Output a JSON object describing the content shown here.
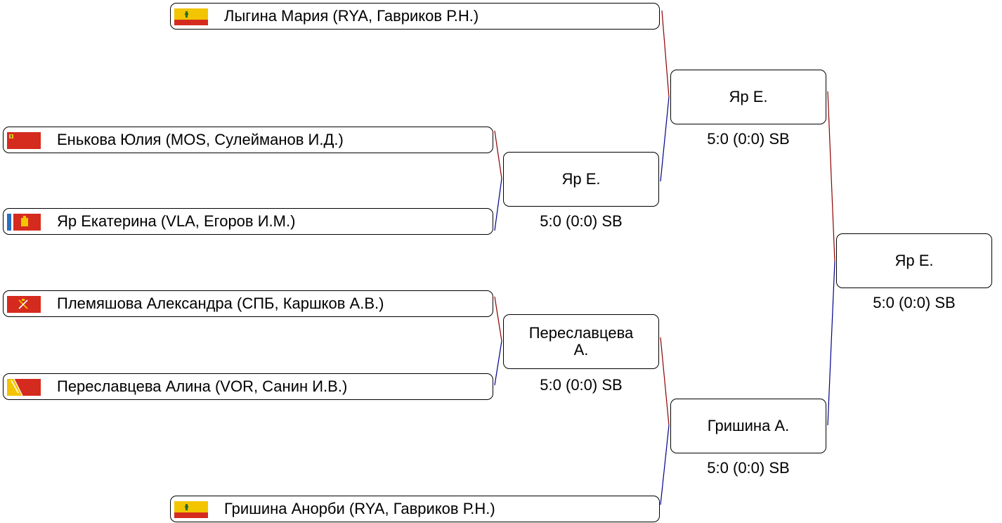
{
  "entries": [
    {
      "name": "Лыгина Мария (RYA, Гавриков Р.Н.)",
      "flag": "ryazan-flag"
    },
    {
      "name": "Енькова Юлия (MOS, Сулейманов И.Д.)",
      "flag": "moscow-oblast-flag"
    },
    {
      "name": "Яр Екатерина (VLA, Егоров И.М.)",
      "flag": "vladimir-flag"
    },
    {
      "name": "Племяшова Александра (СПБ, Каршков А.В.)",
      "flag": "spb-flag"
    },
    {
      "name": "Переславцева Алина (VOR, Санин И.В.)",
      "flag": "voronezh-flag"
    },
    {
      "name": "Гришина Анорби (RYA, Гавриков Р.Н.)",
      "flag": "ryazan-flag"
    }
  ],
  "matches": [
    {
      "winner": "Яр Е.",
      "score": "5:0 (0:0) SB"
    },
    {
      "winner": "Переславцева А.",
      "score": "5:0 (0:0) SB"
    },
    {
      "winner": "Яр Е.",
      "score": "5:0 (0:0) SB"
    },
    {
      "winner": "Гришина А.",
      "score": "5:0 (0:0) SB"
    },
    {
      "winner": "Яр Е.",
      "score": "5:0 (0:0) SB"
    }
  ],
  "colors": {
    "red_line": "#8b0000",
    "blue_line": "#00008b"
  }
}
